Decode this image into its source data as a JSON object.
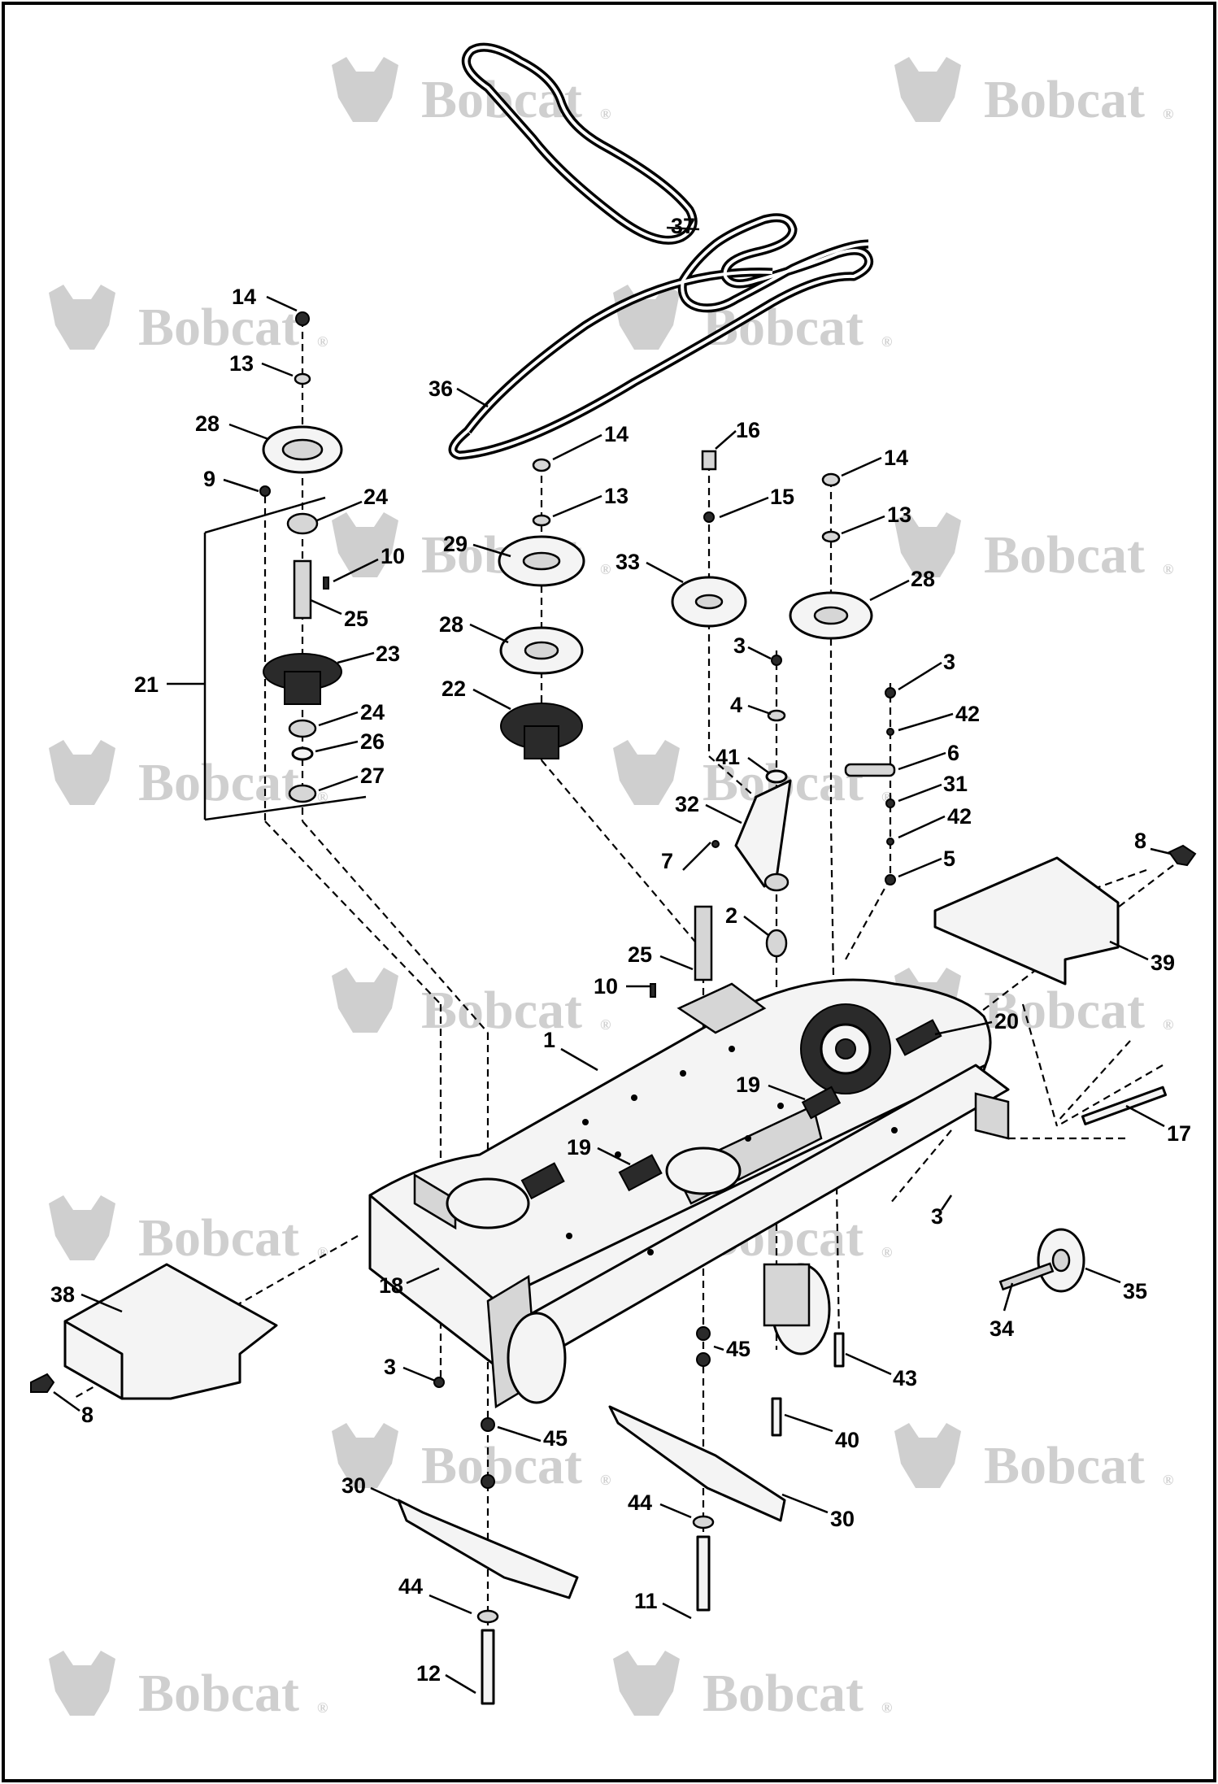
{
  "watermark": {
    "brand": "Bobcat",
    "reg_mark": "®"
  },
  "callouts": [
    {
      "id": "c37",
      "label": "37"
    },
    {
      "id": "c36",
      "label": "36"
    },
    {
      "id": "c14a",
      "label": "14"
    },
    {
      "id": "c13a",
      "label": "13"
    },
    {
      "id": "c28a",
      "label": "28"
    },
    {
      "id": "c9",
      "label": "9"
    },
    {
      "id": "c24a",
      "label": "24"
    },
    {
      "id": "c10a",
      "label": "10"
    },
    {
      "id": "c25a",
      "label": "25"
    },
    {
      "id": "c21",
      "label": "21"
    },
    {
      "id": "c23",
      "label": "23"
    },
    {
      "id": "c24b",
      "label": "24"
    },
    {
      "id": "c26",
      "label": "26"
    },
    {
      "id": "c27",
      "label": "27"
    },
    {
      "id": "c14b",
      "label": "14"
    },
    {
      "id": "c13b",
      "label": "13"
    },
    {
      "id": "c29",
      "label": "29"
    },
    {
      "id": "c28b",
      "label": "28"
    },
    {
      "id": "c22",
      "label": "22"
    },
    {
      "id": "c16",
      "label": "16"
    },
    {
      "id": "c15",
      "label": "15"
    },
    {
      "id": "c33",
      "label": "33"
    },
    {
      "id": "c14c",
      "label": "14"
    },
    {
      "id": "c13c",
      "label": "13"
    },
    {
      "id": "c28c",
      "label": "28"
    },
    {
      "id": "c3a",
      "label": "3"
    },
    {
      "id": "c4",
      "label": "4"
    },
    {
      "id": "c41",
      "label": "41"
    },
    {
      "id": "c32",
      "label": "32"
    },
    {
      "id": "c3b",
      "label": "3"
    },
    {
      "id": "c42a",
      "label": "42"
    },
    {
      "id": "c6",
      "label": "6"
    },
    {
      "id": "c31",
      "label": "31"
    },
    {
      "id": "c42b",
      "label": "42"
    },
    {
      "id": "c5",
      "label": "5"
    },
    {
      "id": "c7",
      "label": "7"
    },
    {
      "id": "c2",
      "label": "2"
    },
    {
      "id": "c8a",
      "label": "8"
    },
    {
      "id": "c39",
      "label": "39"
    },
    {
      "id": "c25b",
      "label": "25"
    },
    {
      "id": "c10b",
      "label": "10"
    },
    {
      "id": "c1",
      "label": "1"
    },
    {
      "id": "c20",
      "label": "20"
    },
    {
      "id": "c19a",
      "label": "19"
    },
    {
      "id": "c19b",
      "label": "19"
    },
    {
      "id": "c17",
      "label": "17"
    },
    {
      "id": "c3c",
      "label": "3"
    },
    {
      "id": "c35",
      "label": "35"
    },
    {
      "id": "c34",
      "label": "34"
    },
    {
      "id": "c18",
      "label": "18"
    },
    {
      "id": "c38",
      "label": "38"
    },
    {
      "id": "c3d",
      "label": "3"
    },
    {
      "id": "c8b",
      "label": "8"
    },
    {
      "id": "c45a",
      "label": "45"
    },
    {
      "id": "c43",
      "label": "43"
    },
    {
      "id": "c40",
      "label": "40"
    },
    {
      "id": "c45b",
      "label": "45"
    },
    {
      "id": "c30a",
      "label": "30"
    },
    {
      "id": "c30b",
      "label": "30"
    },
    {
      "id": "c44a",
      "label": "44"
    },
    {
      "id": "c44b",
      "label": "44"
    },
    {
      "id": "c11",
      "label": "11"
    },
    {
      "id": "c12",
      "label": "12"
    }
  ]
}
